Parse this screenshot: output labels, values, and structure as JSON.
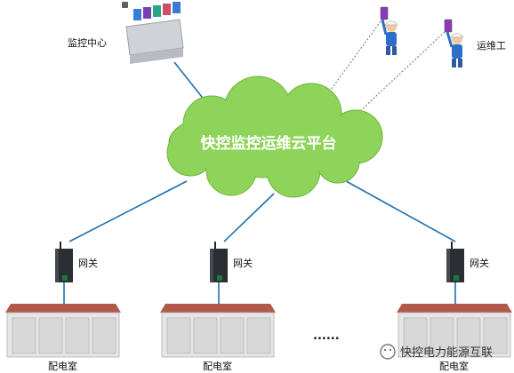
{
  "cloud": {
    "title": "快控监控运维云平台",
    "color": "#8fd45a"
  },
  "monitor_center": {
    "label": "监控中心"
  },
  "maintenance": {
    "label": "运维工"
  },
  "gateways": [
    {
      "label": "网关"
    },
    {
      "label": "网关"
    },
    {
      "label": "网关"
    }
  ],
  "rooms": [
    {
      "label": "配电室"
    },
    {
      "label": "配电室"
    },
    {
      "label": "配电室"
    }
  ],
  "ellipsis": "......",
  "watermark": {
    "text": "快控电力能源互联"
  },
  "colors": {
    "link": "#1f6fb0",
    "wireless": "#6a8a6a",
    "roof": "#b25a4a",
    "wall": "#e6e6e6"
  }
}
